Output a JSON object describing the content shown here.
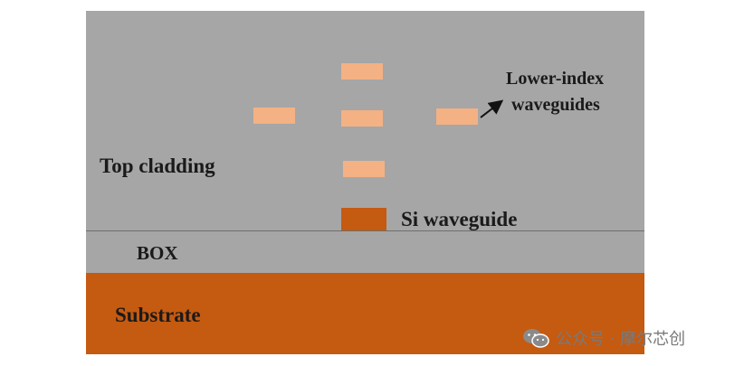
{
  "diagram": {
    "labels": {
      "top_cladding": "Top cladding",
      "si_waveguide": "Si waveguide",
      "box": "BOX",
      "substrate": "Substrate",
      "lower_index_line1": "Lower-index",
      "lower_index_line2": "waveguides"
    },
    "colors": {
      "cladding": "#a6a6a6",
      "substrate": "#c55a11",
      "si_waveguide": "#c55a11",
      "lower_index_waveguide": "#f4b183"
    }
  },
  "watermark": {
    "text": "公众号 · 摩尔芯创",
    "icon": "wechat-icon"
  }
}
